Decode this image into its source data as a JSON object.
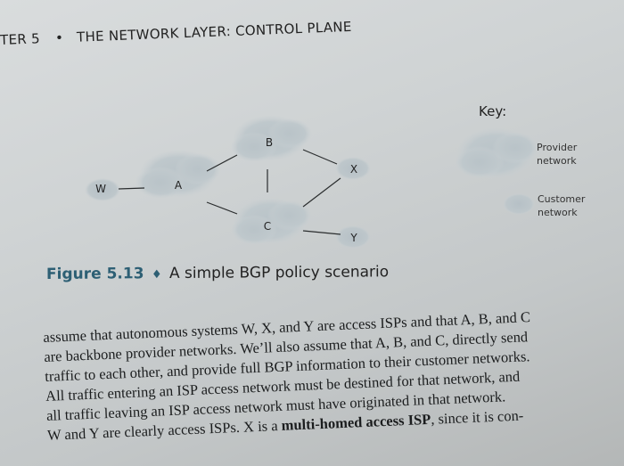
{
  "header": {
    "chapter": "TER 5",
    "bullet": "•",
    "title": "THE NETWORK LAYER: CONTROL PLANE"
  },
  "figure": {
    "nodes": [
      "W",
      "A",
      "B",
      "C",
      "X",
      "Y"
    ],
    "key": {
      "title": "Key:",
      "provider_line1": "Provider",
      "provider_line2": "network",
      "customer_line1": "Customer",
      "customer_line2": "network"
    },
    "caption": {
      "number": "Figure 5.13",
      "diamond": "♦",
      "text": "A simple BGP policy scenario"
    }
  },
  "body": {
    "lines": [
      "assume that autonomous systems W, X, and Y are access ISPs and that A, B, and C",
      "are backbone provider networks. We’ll also assume that A, B, and C, directly send",
      "traffic to each other, and provide full BGP information to their customer networks.",
      "All traffic entering an ISP access network must be destined for that network, and",
      "all traffic leaving an ISP access network must have originated in that network."
    ],
    "last_line_start": "W and Y are clearly access ISPs. X is a ",
    "last_line_bold": "multi-homed access ISP",
    "last_line_end": ", since it is con-"
  }
}
